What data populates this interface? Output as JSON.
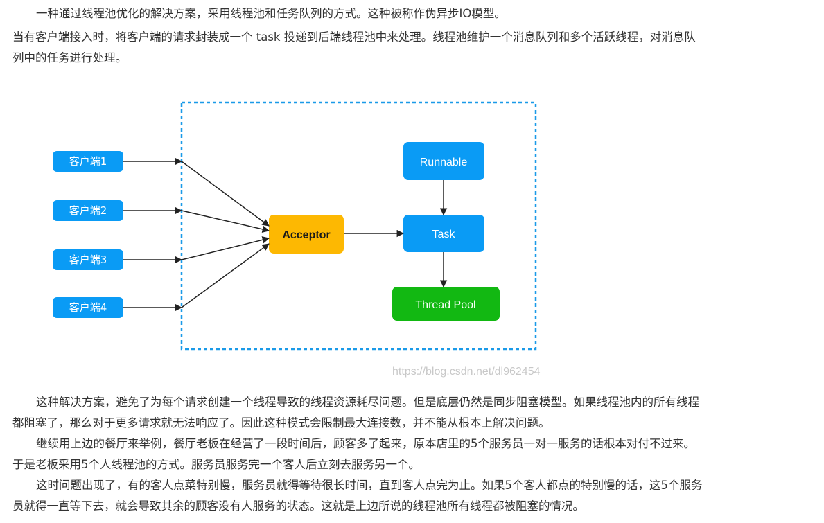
{
  "text_top": {
    "line1": "一种通过线程池优化的解决方案，采用线程池和任务队列的方式。这种被称作伪异步IO模型。",
    "line2": "当有客户端接入时，将客户端的请求封装成一个 task 投递到后端线程池中来处理。线程池维护一个消息队列和多个活跃线程，对消息队",
    "line3": "列中的任务进行处理。"
  },
  "diagram": {
    "clients": [
      "客户端1",
      "客户端2",
      "客户端3",
      "客户端4"
    ],
    "acceptor": "Acceptor",
    "runnable": "Runnable",
    "task": "Task",
    "thread_pool": "Thread Pool",
    "watermark": "https://blog.csdn.net/dl962454",
    "colors": {
      "client": "#0a9bf5",
      "acceptor": "#fdb802",
      "runnable": "#0a9bf5",
      "task": "#0a9bf5",
      "thread_pool": "#12b812",
      "border": "#1a9ae8",
      "arrow": "#222222"
    }
  },
  "text_bottom": {
    "p1_line1": "这种解决方案，避免了为每个请求创建一个线程导致的线程资源耗尽问题。但是底层仍然是同步阻塞模型。如果线程池内的所有线程",
    "p1_line2": "都阻塞了，那么对于更多请求就无法响应了。因此这种模式会限制最大连接数，并不能从根本上解决问题。",
    "p2_line1": "继续用上边的餐厅来举例，餐厅老板在经营了一段时间后，顾客多了起来，原本店里的5个服务员一对一服务的话根本对付不过来。",
    "p2_line2": "于是老板采用5个人线程池的方式。服务员服务完一个客人后立刻去服务另一个。",
    "p3_line1": "这时问题出现了，有的客人点菜特别慢，服务员就得等待很长时间，直到客人点完为止。如果5个客人都点的特别慢的话，这5个服务",
    "p3_line2": "员就得一直等下去，就会导致其余的顾客没有人服务的状态。这就是上边所说的线程池所有线程都被阻塞的情况。"
  }
}
